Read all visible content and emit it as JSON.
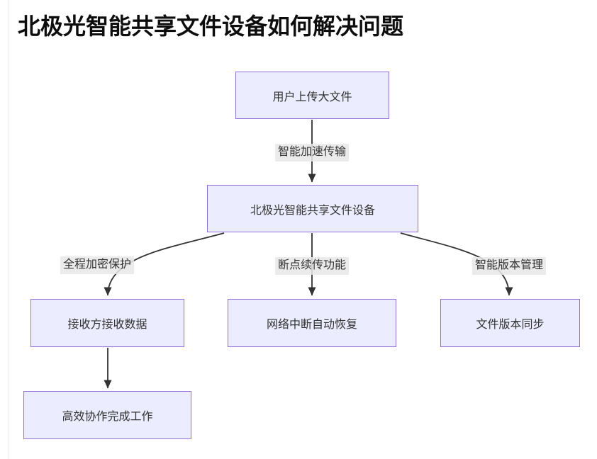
{
  "page": {
    "title": "北极光智能共享文件设备如何解决问题"
  },
  "diagram": {
    "type": "flowchart",
    "direction": "top-down",
    "colors": {
      "node_fill": "#ECECFF",
      "node_border": "#9370DB",
      "node_text": "#333333",
      "edge_line": "#333333",
      "edge_label_bg": "#E8E8E8",
      "title_text": "#0D0D0D",
      "background": "#FFFFFF"
    },
    "nodes": [
      {
        "id": "user",
        "label": "用户上传大文件"
      },
      {
        "id": "device",
        "label": "北极光智能共享文件设备"
      },
      {
        "id": "receiver",
        "label": "接收方接收数据"
      },
      {
        "id": "network",
        "label": "网络中断自动恢复"
      },
      {
        "id": "version",
        "label": "文件版本同步"
      },
      {
        "id": "work",
        "label": "高效协作完成工作"
      }
    ],
    "edges": [
      {
        "from": "user",
        "to": "device",
        "label": "智能加速传输"
      },
      {
        "from": "device",
        "to": "receiver",
        "label": "全程加密保护"
      },
      {
        "from": "device",
        "to": "network",
        "label": "断点续传功能"
      },
      {
        "from": "device",
        "to": "version",
        "label": "智能版本管理"
      },
      {
        "from": "receiver",
        "to": "work",
        "label": ""
      }
    ]
  }
}
